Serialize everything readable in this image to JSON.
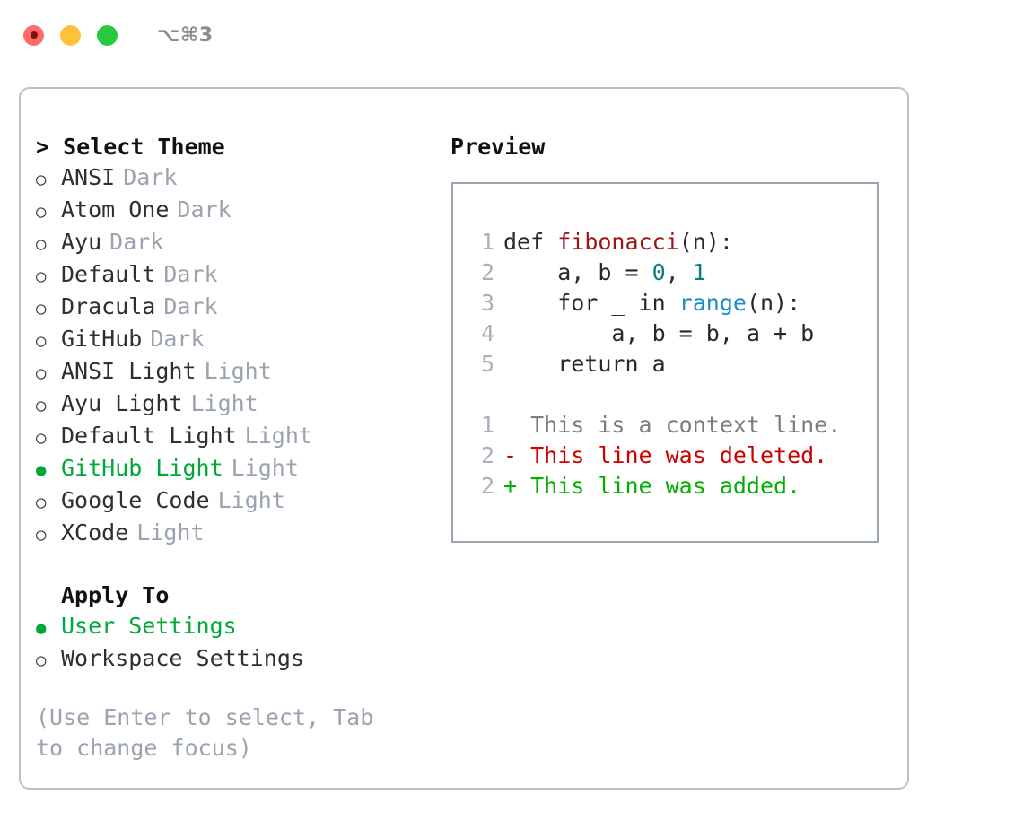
{
  "titlebar": {
    "shortcut": "⌥⌘3",
    "lights": [
      "close-red",
      "minimize-yellow",
      "zoom-green"
    ]
  },
  "theme_picker": {
    "header": "> Select Theme",
    "bullet_on": "●",
    "bullet_off": "○",
    "items": [
      {
        "label": "ANSI",
        "category": "Dark",
        "selected": false
      },
      {
        "label": "Atom One",
        "category": "Dark",
        "selected": false
      },
      {
        "label": "Ayu",
        "category": "Dark",
        "selected": false
      },
      {
        "label": "Default",
        "category": "Dark",
        "selected": false
      },
      {
        "label": "Dracula",
        "category": "Dark",
        "selected": false
      },
      {
        "label": "GitHub",
        "category": "Dark",
        "selected": false
      },
      {
        "label": "ANSI Light",
        "category": "Light",
        "selected": false
      },
      {
        "label": "Ayu Light",
        "category": "Light",
        "selected": false
      },
      {
        "label": "Default Light",
        "category": "Light",
        "selected": false
      },
      {
        "label": "GitHub Light",
        "category": "Light",
        "selected": true
      },
      {
        "label": "Google Code",
        "category": "Light",
        "selected": false
      },
      {
        "label": "XCode",
        "category": "Light",
        "selected": false
      }
    ]
  },
  "apply_to": {
    "header": "Apply To",
    "options": [
      {
        "label": "User Settings",
        "selected": true
      },
      {
        "label": "Workspace Settings",
        "selected": false
      }
    ]
  },
  "hint": "(Use Enter to select, Tab to change focus)",
  "preview": {
    "title": "Preview",
    "code_lines": [
      {
        "num": "1",
        "tokens": [
          {
            "text": "def ",
            "type": "plain"
          },
          {
            "text": "fibonacci",
            "type": "fn"
          },
          {
            "text": "(n):",
            "type": "plain"
          }
        ]
      },
      {
        "num": "2",
        "tokens": [
          {
            "text": "    a, b = ",
            "type": "plain"
          },
          {
            "text": "0",
            "type": "num"
          },
          {
            "text": ", ",
            "type": "plain"
          },
          {
            "text": "1",
            "type": "num"
          }
        ]
      },
      {
        "num": "3",
        "tokens": [
          {
            "text": "    for _ in ",
            "type": "plain"
          },
          {
            "text": "range",
            "type": "builtin"
          },
          {
            "text": "(n):",
            "type": "plain"
          }
        ]
      },
      {
        "num": "4",
        "tokens": [
          {
            "text": "        a, b = b, a + b",
            "type": "plain"
          }
        ]
      },
      {
        "num": "5",
        "tokens": [
          {
            "text": "    return a",
            "type": "plain"
          }
        ]
      }
    ],
    "diff_lines": [
      {
        "num": "1",
        "marker": "  ",
        "text": "This is a context line.",
        "type": "ctx"
      },
      {
        "num": "2",
        "marker": "- ",
        "text": "This line was deleted.",
        "type": "del"
      },
      {
        "num": "2",
        "marker": "+ ",
        "text": "This line was added.",
        "type": "add"
      }
    ]
  },
  "colors": {
    "accent_green": "#00a838",
    "muted": "#9aa3b0",
    "border": "#b8c0cc",
    "preview_border": "#9aa5b1",
    "fn": "#9c1515",
    "num": "#0a7d7d",
    "builtin": "#1a8cc8",
    "diff_del": "#cc0000",
    "diff_add": "#00b000"
  }
}
